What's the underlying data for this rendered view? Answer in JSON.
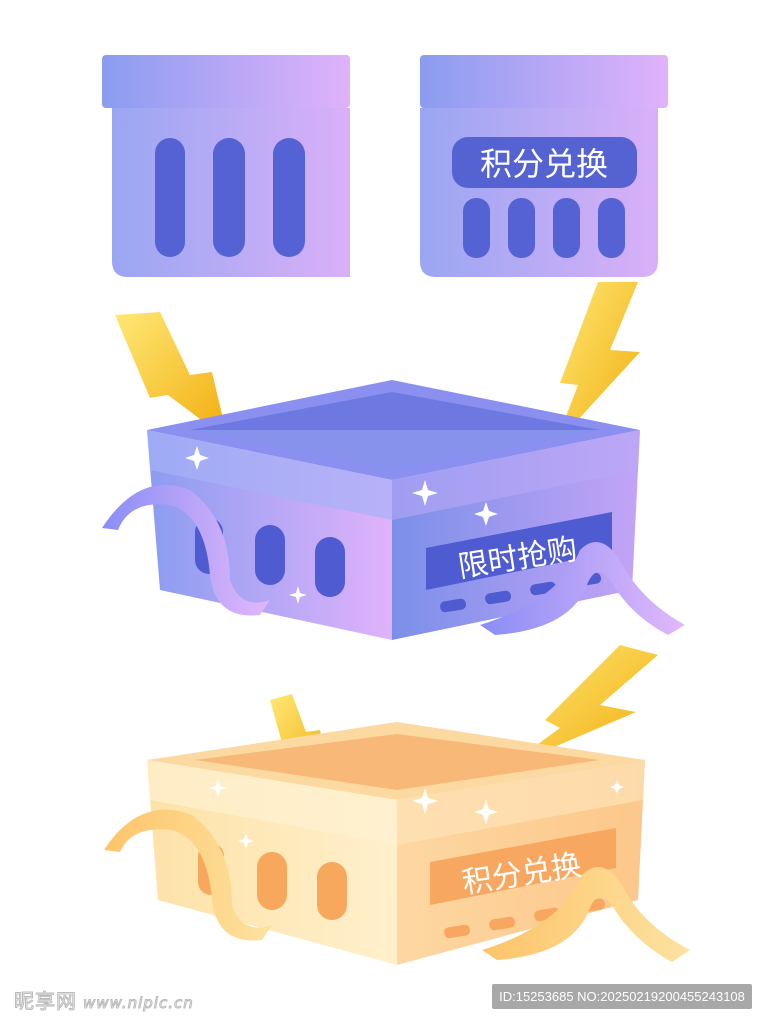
{
  "illustration": {
    "lid_label": "积分兑换",
    "purple_box_label": "限时抢购",
    "yellow_box_label": "积分兑换"
  },
  "watermark": {
    "logo_text": "昵享网",
    "url": "www.nipic.cn",
    "id_text": "ID:15253685 NO:20250219200455243108"
  },
  "colors": {
    "purple_light": "#c9a8f5",
    "blue": "#7f95ea",
    "slot": "#4f5bd0",
    "yellow_light": "#fde6b0",
    "orange": "#f7a95c",
    "bolt": "#f6c21c"
  }
}
